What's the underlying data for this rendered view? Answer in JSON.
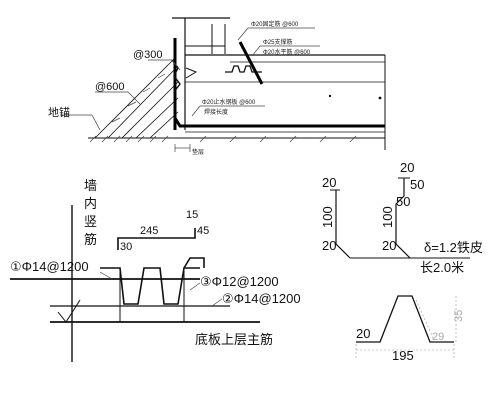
{
  "top_section": {
    "label_slope": "地锚",
    "label_a600_left": "@600",
    "label_a300": "@300",
    "label_a600_top": "Φ20固定筋 @600",
    "label_support": "Φ25支撑筋",
    "label_support_2": "Φ20水平筋 @600",
    "label_middle": "Φ20止水钢板 @600",
    "label_middle_2": "焊接长度",
    "label_bottom": "垫层"
  },
  "left_section": {
    "vertical_label": [
      "墙",
      "内",
      "竖",
      "筋"
    ],
    "dim_245": "245",
    "dim_15": "15",
    "dim_45": "45",
    "dim_30": "30",
    "rebar_1": "①Φ14@1200",
    "rebar_2": "②Φ14@1200",
    "rebar_3": "③Φ12@1200",
    "bottom_label": "底板上层主筋"
  },
  "right_section": {
    "dim_20_top_left": "20",
    "dim_100_left": "100",
    "dim_20_bottom_left": "20",
    "dim_20_top_right": "20",
    "dim_50_top": "50",
    "dim_50_mid": "50",
    "dim_100_right": "100",
    "dim_20_bottom_right": "20",
    "thickness_note": "δ=1.2铁皮",
    "length_note": "长2.0米",
    "profile_20": "20",
    "profile_29": "29",
    "profile_35": "35",
    "profile_195": "195"
  }
}
